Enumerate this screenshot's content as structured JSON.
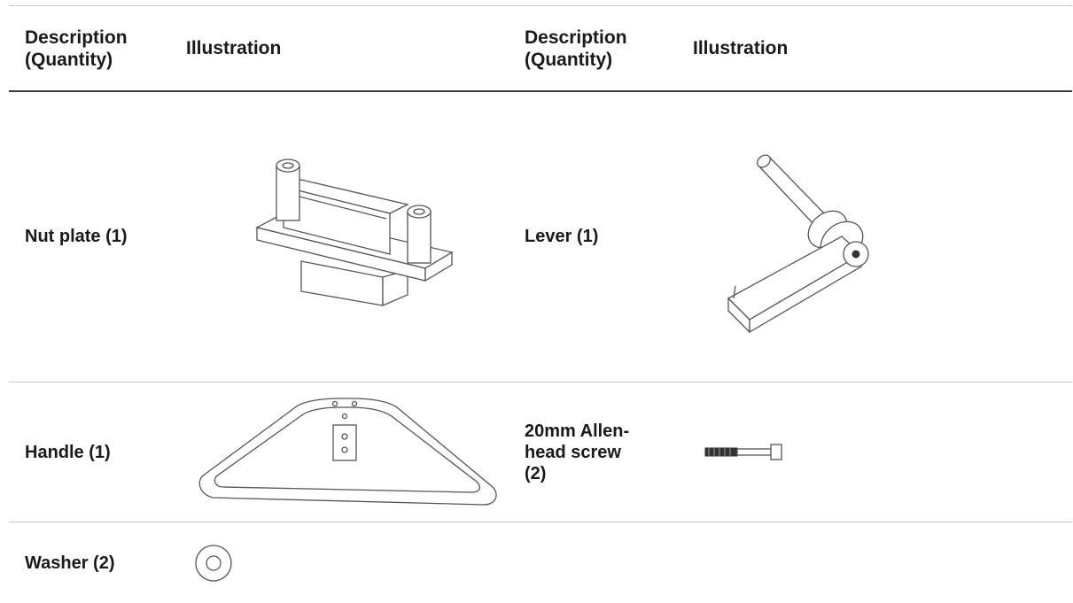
{
  "header": {
    "description_label": "Description\n(Quantity)",
    "illustration_label": "Illustration"
  },
  "rows": [
    {
      "left": {
        "description": "Nut plate (1)",
        "illustration_icon": "nut-plate-icon"
      },
      "right": {
        "description": "Lever (1)",
        "illustration_icon": "lever-icon"
      }
    },
    {
      "left": {
        "description": "Handle (1)",
        "illustration_icon": "handle-icon"
      },
      "right": {
        "description": "20mm Allen-\nhead screw\n(2)",
        "illustration_icon": "allen-screw-icon"
      }
    },
    {
      "left": {
        "description": "Washer (2)",
        "illustration_icon": "washer-icon"
      }
    }
  ]
}
